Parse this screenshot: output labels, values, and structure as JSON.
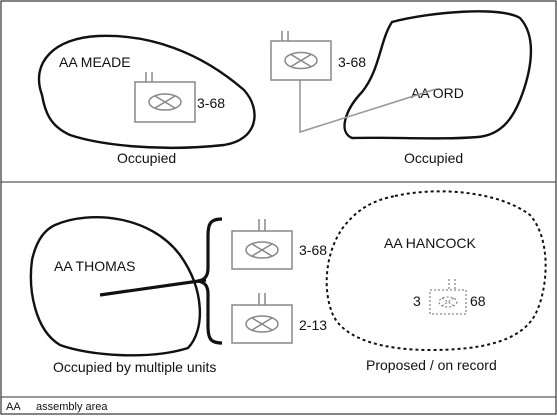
{
  "areas": {
    "meade": {
      "label": "AA MEADE",
      "unit": "3-68",
      "caption": "Occupied",
      "status": "occupied"
    },
    "ord": {
      "label": "AA ORD",
      "unit": "3-68",
      "caption": "Occupied",
      "status": "occupied"
    },
    "thomas": {
      "label": "AA THOMAS",
      "caption": "Occupied by multiple units",
      "status": "occupied-multiple",
      "units": [
        "3-68",
        "2-13"
      ]
    },
    "hancock": {
      "label": "AA HANCOCK",
      "unit_left": "3",
      "unit_right": "68",
      "caption": "Proposed / on record",
      "status": "proposed"
    }
  },
  "legend": {
    "abbr": "AA",
    "meaning": "assembly area"
  },
  "icons": {
    "unit_symbol": "armor-unit-symbol-icon",
    "brace": "brace-icon"
  },
  "colors": {
    "outline": "#111111",
    "symbol": "#888888",
    "border": "#333333"
  }
}
